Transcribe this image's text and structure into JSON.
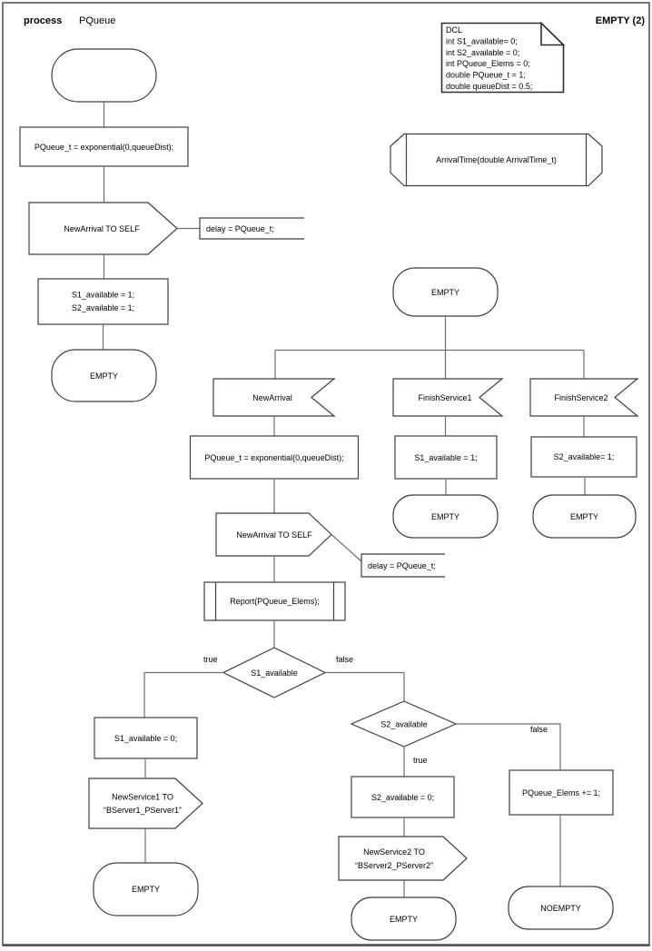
{
  "colors": {
    "background": "#ffffff",
    "shape_stroke": "#3f3f3f",
    "note_stroke": "#2f2f2f",
    "connector": "#6f6f6f",
    "text": "#000000",
    "border": "#4d4d4d"
  },
  "header": {
    "kind": "process",
    "name": "PQueue",
    "page": "EMPTY (2)"
  },
  "declarations": {
    "line1": "DCL",
    "line2": "int S1_available= 0;",
    "line3": "int S2_available = 0;",
    "line4": "int PQueue_Elems = 0;",
    "line5": "double PQueue_t = 1;",
    "line6": "double queueDist = 0.5;"
  },
  "procedure_decl": {
    "label": "ArrivalTime(double ArrivalTime_t)"
  },
  "start_flow": {
    "task_pqueue_t": "PQueue_t = exponential(0,queueDist);",
    "output_newarrival": "NewArrival TO SELF",
    "comment_delay": "delay = PQueue_t;",
    "task_init_line1": "S1_available = 1;",
    "task_init_line2": "S2_available = 1;",
    "state_empty": "EMPTY"
  },
  "empty_state": {
    "state_label": "EMPTY",
    "input_newarrival": "NewArrival",
    "input_finishservice1": "FinishService1",
    "input_finishservice2": "FinishService2"
  },
  "newarrival_branch": {
    "task_pqueue_t": "PQueue_t = exponential(0,queueDist);",
    "output_newarrival": "NewArrival TO SELF",
    "comment_delay": "delay = PQueue_t;",
    "call_report": "Report(PQueue_Elems);",
    "decision_s1": "S1_available",
    "s1_true_label": "true",
    "s1_false_label": "false",
    "task_s1_zero": "S1_available = 0;",
    "output_newservice1_line1": "NewService1 TO",
    "output_newservice1_line2": "“BServer1_PServer1”",
    "state_empty_s1": "EMPTY",
    "decision_s2": "S2_available",
    "s2_true_label": "true",
    "s2_false_label": "false",
    "task_s2_zero": "S2_available = 0;",
    "output_newservice2_line1": "NewService2 TO",
    "output_newservice2_line2": "“BServer2_PServer2”",
    "state_empty_s2": "EMPTY",
    "task_elems_inc": "PQueue_Elems += 1;",
    "state_noempty": "NOEMPTY"
  },
  "finishservice1_branch": {
    "task": "S1_available = 1;",
    "state": "EMPTY"
  },
  "finishservice2_branch": {
    "task": "S2_available= 1;",
    "state": "EMPTY"
  }
}
